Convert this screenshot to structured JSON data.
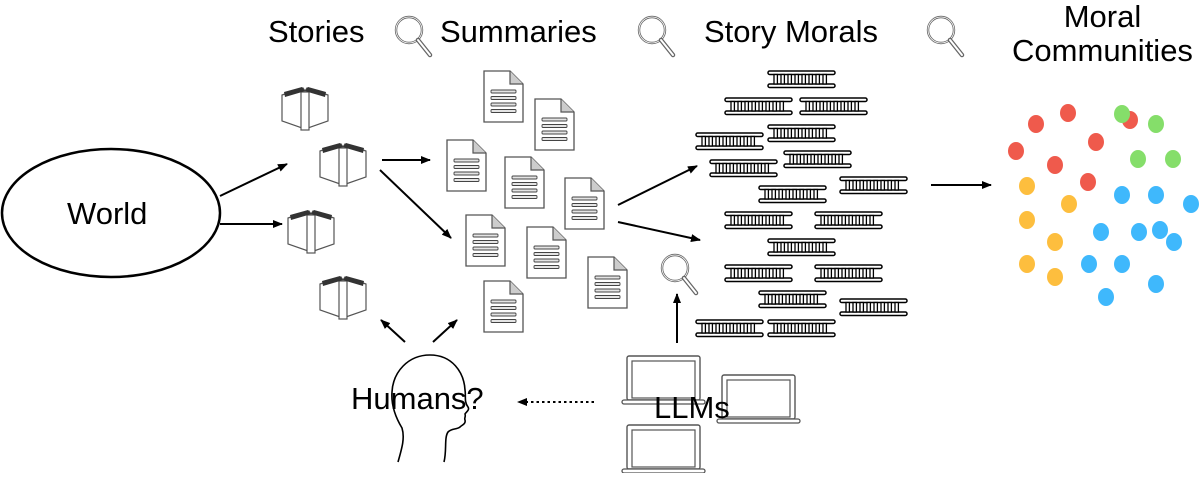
{
  "diagram": {
    "stage_headers": [
      {
        "id": "stories",
        "label": "Stories"
      },
      {
        "id": "summaries",
        "label": "Summaries"
      },
      {
        "id": "story-morals",
        "label": "Story Morals"
      },
      {
        "id": "moral-communities",
        "label_line1": "Moral",
        "label_line2": "Communities"
      }
    ],
    "source_node": {
      "label": "World",
      "shape": "ellipse"
    },
    "actors": {
      "humans": {
        "label": "Humans?",
        "icon": "human-head-icon"
      },
      "llms": {
        "label": "LLMs",
        "icon": "laptop-icon"
      }
    },
    "icons": {
      "story": "open-book-icon",
      "summary": "document-icon",
      "moral": "ladder-icon",
      "inspection": "magnifier-icon"
    },
    "counts": {
      "stories": 4,
      "summaries": 9,
      "story_morals": 18,
      "laptops": 3,
      "magnifiers": 4
    },
    "communities": [
      {
        "name": "red",
        "color": "#EF5A4C",
        "count": 7
      },
      {
        "name": "green",
        "color": "#85DE6A",
        "count": 4
      },
      {
        "name": "yellow",
        "color": "#FDBE3E",
        "count": 6
      },
      {
        "name": "blue",
        "color": "#3FB8FC",
        "count": 11
      }
    ],
    "edges": [
      {
        "from": "World",
        "to": "Stories",
        "style": "solid"
      },
      {
        "from": "Stories",
        "to": "Summaries",
        "style": "solid"
      },
      {
        "from": "Summaries",
        "to": "Story Morals",
        "style": "solid"
      },
      {
        "from": "Story Morals",
        "to": "Moral Communities",
        "style": "solid"
      },
      {
        "from": "Humans?",
        "to": "Stories",
        "style": "solid"
      },
      {
        "from": "Humans?",
        "to": "Summaries",
        "style": "solid"
      },
      {
        "from": "LLMs",
        "to": "Story Morals",
        "style": "solid"
      },
      {
        "from": "LLMs",
        "to": "Humans?",
        "style": "dotted"
      }
    ]
  }
}
